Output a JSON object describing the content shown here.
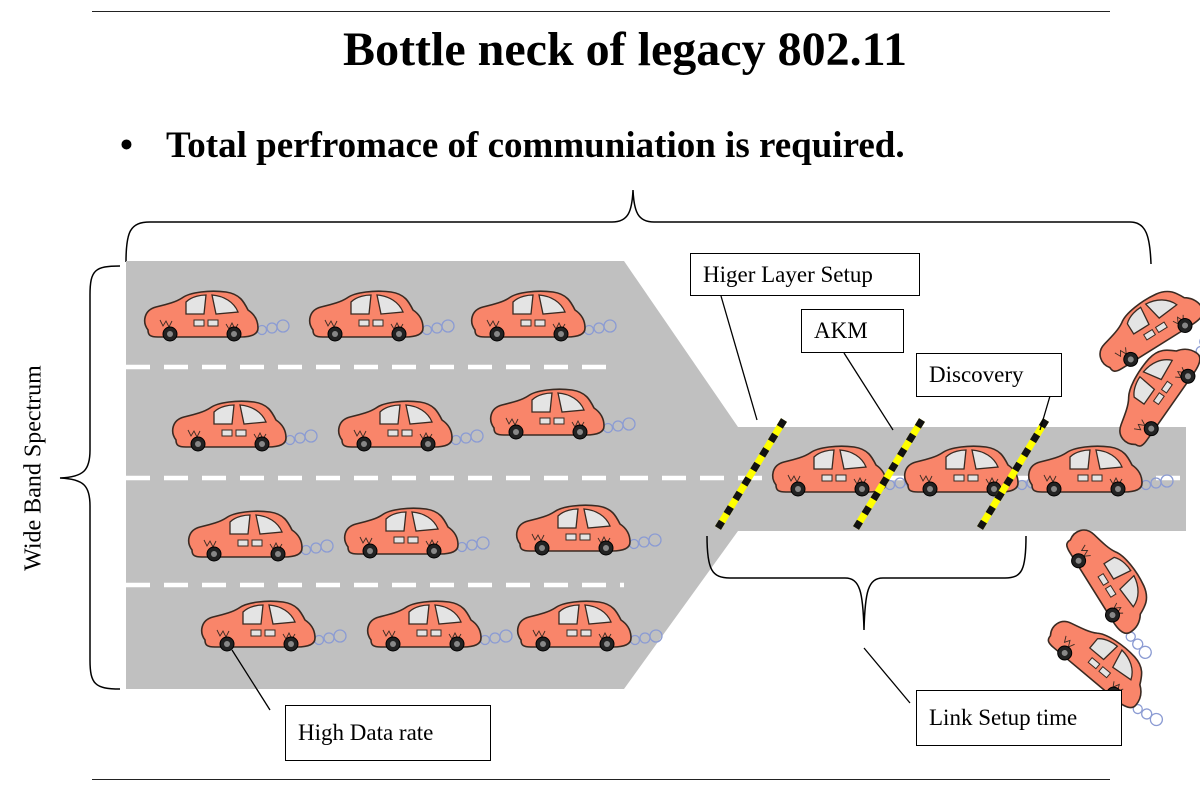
{
  "slide": {
    "title": "Bottle neck of legacy 802.11",
    "bullet": "Total perfromace of communiation is required."
  },
  "diagram": {
    "vertical_label": "Wide Band Spectrum",
    "labels": {
      "higher_layer_setup": "Higer Layer Setup",
      "akm": "AKM",
      "discovery": "Discovery",
      "link_setup_time": "Link Setup time",
      "high_data_rate": "High Data rate"
    },
    "colors": {
      "road": "#c0c0c0",
      "car_body": "#f9856a",
      "car_outline": "#3a2a22",
      "window": "#e4e4e4",
      "gate_yellow": "#ffff00",
      "gate_black": "#111111",
      "exhaust": "#8b9bd3"
    }
  }
}
